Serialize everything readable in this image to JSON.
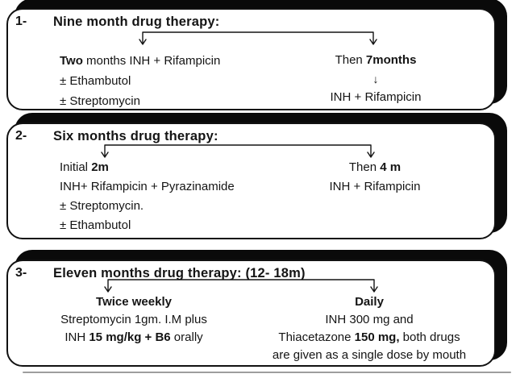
{
  "colors": {
    "ink": "#141414",
    "paper": "#ffffff",
    "shadow": "#0a0a0a",
    "divider": "#9e9e9e"
  },
  "glyphs": {
    "down_arrow": "↓"
  },
  "boxes": [
    {
      "number": "1-",
      "title": "Nine month drug therapy:",
      "left": {
        "line1_bold": "Two",
        "line1_rest": " months INH + Rifampicin",
        "line2": "± Ethambutol",
        "line3": "± Streptomycin"
      },
      "right": {
        "line1_pre": "Then ",
        "line1_bold": "7months",
        "line2": "INH + Rifampicin"
      }
    },
    {
      "number": "2-",
      "title": "Six months drug therapy:",
      "left": {
        "line1_pre": "Initial ",
        "line1_bold": "2m",
        "line2": "INH+ Rifampicin + Pyrazinamide",
        "line3": "± Streptomycin.",
        "line4": "± Ethambutol"
      },
      "right": {
        "line1_pre": "Then ",
        "line1_bold": "4 m",
        "line2": "INH + Rifampicin"
      }
    },
    {
      "number": "3-",
      "title": "Eleven months drug therapy: (12- 18m)",
      "left": {
        "line1_bold": "Twice weekly",
        "line2": "Streptomycin 1gm. I.M plus",
        "line3_pre": "INH ",
        "line3_bold": "15 mg/kg + B6",
        "line3_post": " orally"
      },
      "right": {
        "line1_bold": "Daily",
        "line2": "INH 300 mg and",
        "line3_pre": "Thiacetazone ",
        "line3_bold": "150 mg,",
        "line3_post": " both drugs",
        "line4": "are given as a single dose by mouth"
      }
    }
  ]
}
